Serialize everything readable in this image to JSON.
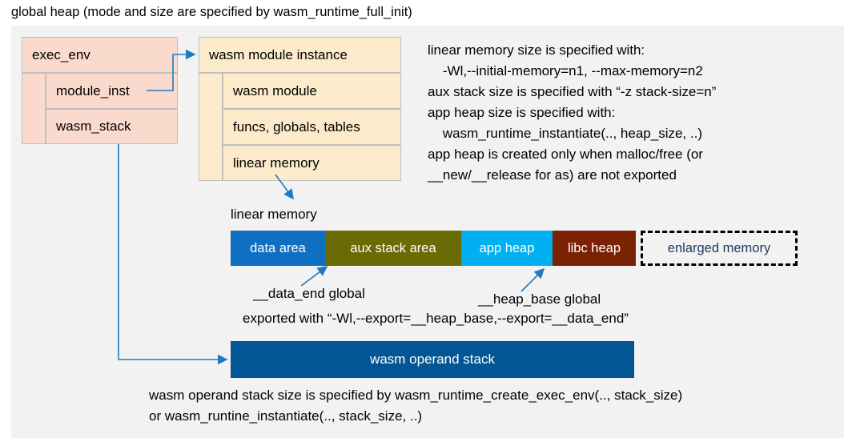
{
  "title": "global heap (mode and size are specified by wasm_runtime_full_init)",
  "colors": {
    "panel_bg": "#f2f2f2",
    "exec_env_fill": "#fbdace",
    "module_inst_fill": "#fcebcb",
    "box_border": "#bfbfbf",
    "connector": "#1f7ac0",
    "data_area": "#0f6fc0",
    "aux_stack_area": "#6b6b06",
    "app_heap": "#00b0f0",
    "libc_heap": "#7b2104",
    "enlarged_text": "#1f3864",
    "operand_stack": "#025694"
  },
  "exec_env": {
    "header": "exec_env",
    "rows": [
      {
        "label": "module_inst"
      },
      {
        "label": "wasm_stack"
      }
    ]
  },
  "module_instance": {
    "header": "wasm module instance",
    "rows": [
      {
        "label": "wasm module"
      },
      {
        "label": "funcs, globals, tables"
      },
      {
        "label": "linear memory"
      }
    ]
  },
  "notes": "linear memory size is specified with:\n    -Wl,--initial-memory=n1, --max-memory=n2\naux stack size is specified with “-z stack-size=n”\napp heap size is specified with:\n    wasm_runtime_instantiate(.., heap_size, ..)\napp heap is created only when malloc/free (or\n__new/__release for as) are not exported",
  "linear_memory": {
    "label": "linear memory",
    "segments": [
      {
        "label": "data area",
        "color": "#0f6fc0",
        "width": 118
      },
      {
        "label": "aux stack area",
        "color": "#6b6b06",
        "width": 170
      },
      {
        "label": "app heap",
        "color": "#00b0f0",
        "width": 114
      },
      {
        "label": "libc heap",
        "color": "#7b2104",
        "width": 104
      },
      {
        "label": "enlarged memory",
        "color": "#f2f2f2",
        "width": 196,
        "dashed": true
      }
    ]
  },
  "annotations": {
    "data_end": "__data_end global",
    "heap_base": "__heap_base global",
    "exported": "exported with “-Wl,--export=__heap_base,--export=__data_end”"
  },
  "operand_stack": {
    "label": "wasm operand stack",
    "notes": "wasm operand stack size is specified by wasm_runtime_create_exec_env(.., stack_size)\nor wasm_runtine_instantiate(.., stack_size, ..)"
  }
}
